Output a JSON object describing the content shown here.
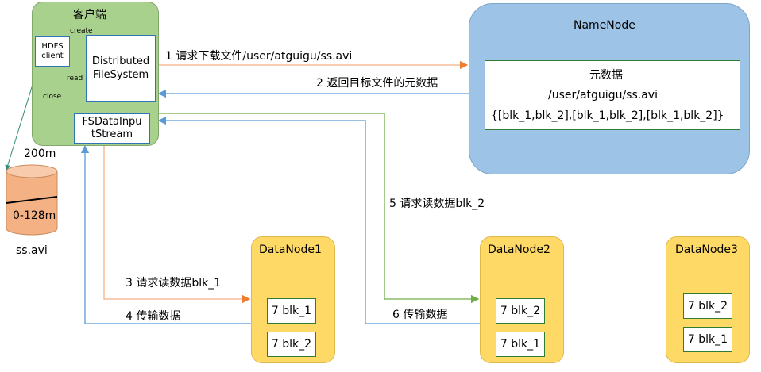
{
  "client": {
    "title": "客户端",
    "hdfs_client": "HDFS client",
    "distributed_fs": "Distributed FileSystem",
    "fsdata_input": "FSDataInpu tStream",
    "create": "create",
    "read": "read",
    "close": "close"
  },
  "namenode": {
    "title": "NameNode",
    "meta_title": "元数据",
    "meta_path": "/user/atguigu/ss.avi",
    "meta_blocks": "{[blk_1,blk_2],[blk_1,blk_2],[blk_1,blk_2]}"
  },
  "file": {
    "size": "200m",
    "range": "0-128m",
    "name": "ss.avi"
  },
  "steps": {
    "s1": "1 请求下载文件/user/atguigu/ss.avi",
    "s2": "2 返回目标文件的元数据",
    "s3": "3 请求读数据blk_1",
    "s4": "4 传输数据",
    "s5": "5 请求读数据blk_2",
    "s6": "6 传输数据"
  },
  "datanodes": [
    {
      "title": "DataNode1",
      "blocks": [
        "7 blk_1",
        "7 blk_2"
      ]
    },
    {
      "title": "DataNode2",
      "blocks": [
        "7 blk_2",
        "7 blk_1"
      ]
    },
    {
      "title": "DataNode3",
      "blocks": [
        "7 blk_2",
        "7 blk_1"
      ]
    }
  ],
  "colors": {
    "client_green": "#a9d18e",
    "namenode_blue": "#9dc3e6",
    "datanode_yellow": "#ffd966",
    "arrow_orange": "#f4b183",
    "arrow_blue": "#5b9bd5",
    "arrow_green": "#70ad47",
    "cylinder_orange": "#f4b183"
  }
}
